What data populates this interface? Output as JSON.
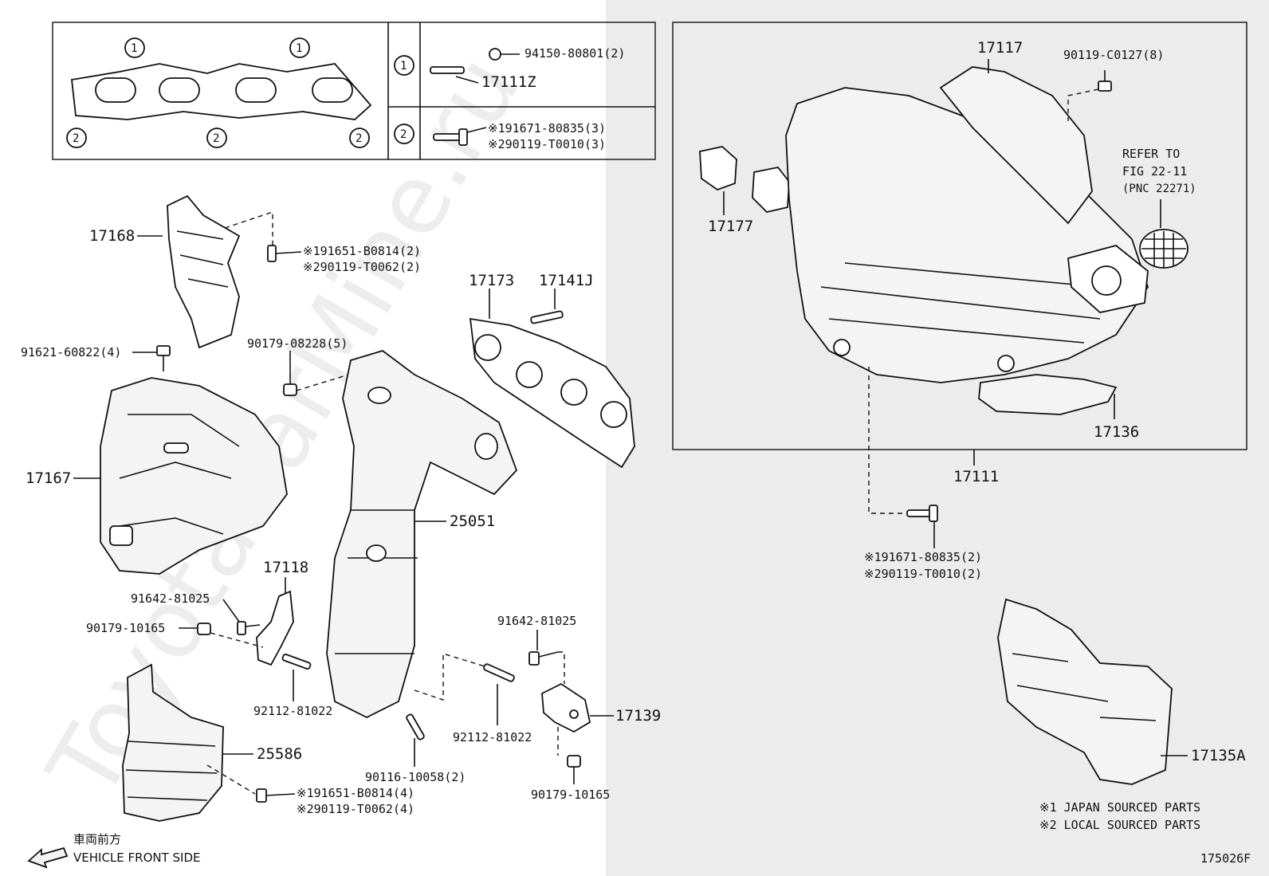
{
  "watermark": "ToyotaCarMine.ru",
  "figure_id": "175026F",
  "gasket_table": {
    "row1": {
      "marker": "1",
      "parts": [
        "94150-80801(2)",
        "17111Z"
      ]
    },
    "row2": {
      "marker": "2",
      "parts": [
        "※191671-80835(3)",
        "※290119-T0010(3)"
      ]
    },
    "gasket_markers": [
      "1",
      "1",
      "2",
      "2",
      "2"
    ]
  },
  "left_labels": {
    "p17168": "17168",
    "bolt_a1": "※191651-B0814(2)",
    "bolt_a2": "※290119-T0062(2)",
    "p91621": "91621-60822(4)",
    "p90179a": "90179-08228(5)",
    "p17173": "17173",
    "p17141j": "17141J",
    "p17167": "17167",
    "p25051": "25051",
    "p17118": "17118",
    "p91642a": "91642-81025",
    "p90179b": "90179-10165",
    "p92112a": "92112-81022",
    "p25586": "25586",
    "bolt_b1": "※191651-B0814(4)",
    "bolt_b2": "※290119-T0062(4)",
    "p90116": "90116-10058(2)",
    "p92112b": "92112-81022",
    "p91642b": "91642-81025",
    "p17139": "17139",
    "p90179c": "90179-10165"
  },
  "right_labels": {
    "p17117": "17117",
    "p90119": "90119-C0127(8)",
    "refer1": "REFER TO",
    "refer2": "FIG 22-11",
    "refer3": "(PNC 22271)",
    "p17177": "17177",
    "p17136": "17136",
    "p17111": "17111",
    "bolt_c1": "※191671-80835(2)",
    "bolt_c2": "※290119-T0010(2)",
    "p17135a": "17135A"
  },
  "notes": {
    "n1": "※1 JAPAN SOURCED PARTS",
    "n2": "※2 LOCAL SOURCED PARTS"
  },
  "direction": {
    "jp": "車両前方",
    "en": "VEHICLE FRONT SIDE"
  }
}
